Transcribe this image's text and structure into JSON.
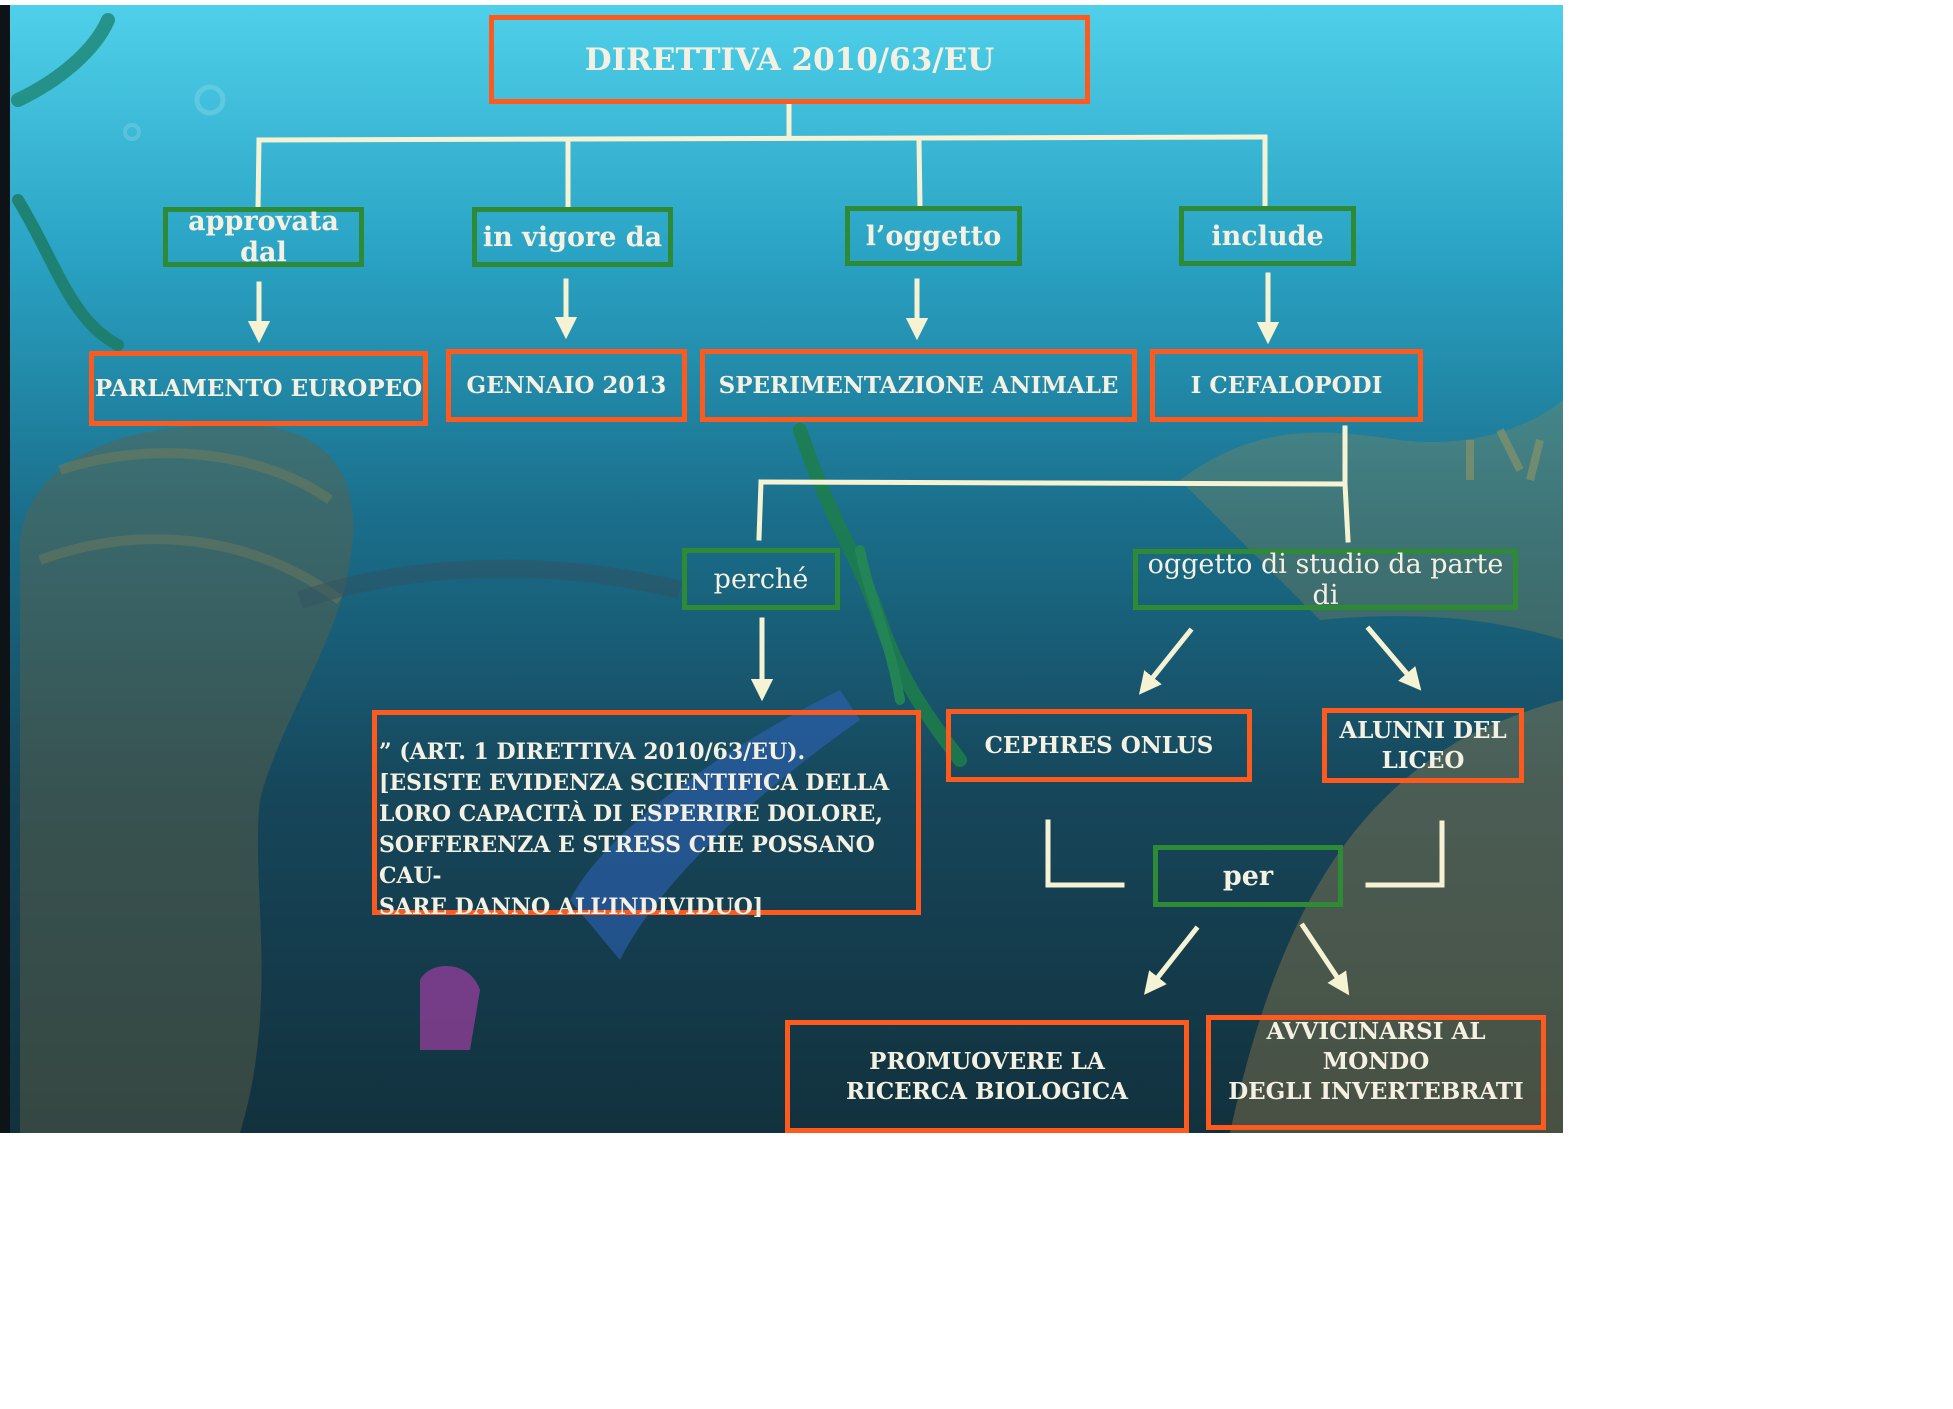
{
  "diagram": {
    "title": "DIRETTIVA 2010/63/EU",
    "links": {
      "approved_by": "approvata dal",
      "in_force_from": "in vigore da",
      "subject": "l’oggetto",
      "includes": "include",
      "because": "perché",
      "studied_by": "oggetto di studio da parte di",
      "for": "per"
    },
    "nodes": {
      "parliament": "PARLAMENTO EUROPEO",
      "date": "GENNAIO 2013",
      "experimentation": "SPERIMENTAZIONE ANIMALE",
      "cephalopods": "I CEFALOPODI",
      "reason_quote": "” (ART. 1 DIRETTIVA 2010/63/EU).\n[ESISTE EVIDENZA SCIENTIFICA DELLA\nLORO CAPACITÀ DI ESPERIRE DOLORE,\nSOFFERENZA E STRESS CHE POSSANO CAU-\nSARE DANNO ALL’INDIVIDUO]",
      "cephres": "CEPHRES ONLUS",
      "students": "ALUNNI DEL\nLICEO",
      "research": "PROMUOVERE LA\nRICERCA BIOLOGICA",
      "invertebrates": "AVVICINARSI AL MONDO\nDEGLI INVERTEBRATI"
    },
    "colors": {
      "concept_border": "#ff5a1e",
      "link_border": "#2f8a36",
      "connector": "#f6f3d4",
      "text": "#f4f1e2"
    }
  }
}
